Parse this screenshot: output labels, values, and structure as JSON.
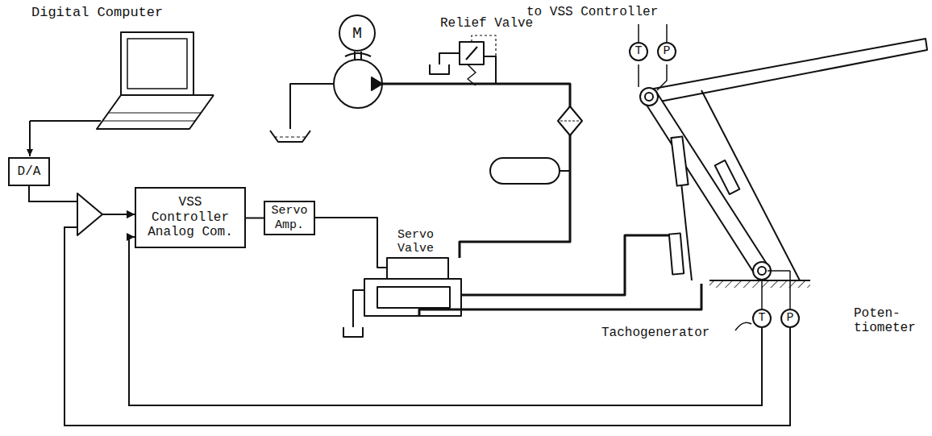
{
  "diagram": {
    "nodes": [
      {
        "text": [
          "D/A"
        ]
      },
      {
        "text": [
          "VSS Controller Analog Com."
        ]
      },
      {
        "text": [
          "Servo Amp."
        ]
      },
      {
        "text": [
          "M"
        ]
      },
      {
        "text": [
          "T"
        ]
      },
      {
        "text": [
          "P"
        ]
      },
      {
        "text": [
          "T"
        ]
      },
      {
        "text": [
          "P"
        ]
      }
    ],
    "edges": [
      {
        "from": 0,
        "to": 1,
        "arrow": "to"
      },
      {
        "from": 1,
        "to": 2,
        "arrow": "none"
      },
      {
        "from": 6,
        "to": 1,
        "arrow": "to"
      },
      {
        "from": 7,
        "to": 1,
        "arrow": "to"
      }
    ],
    "labels": [
      "Digital Computer",
      "Relief Valve",
      "to VSS Controller",
      "Servo Valve",
      "Tachogenerator",
      "Poten- tiometer"
    ]
  }
}
